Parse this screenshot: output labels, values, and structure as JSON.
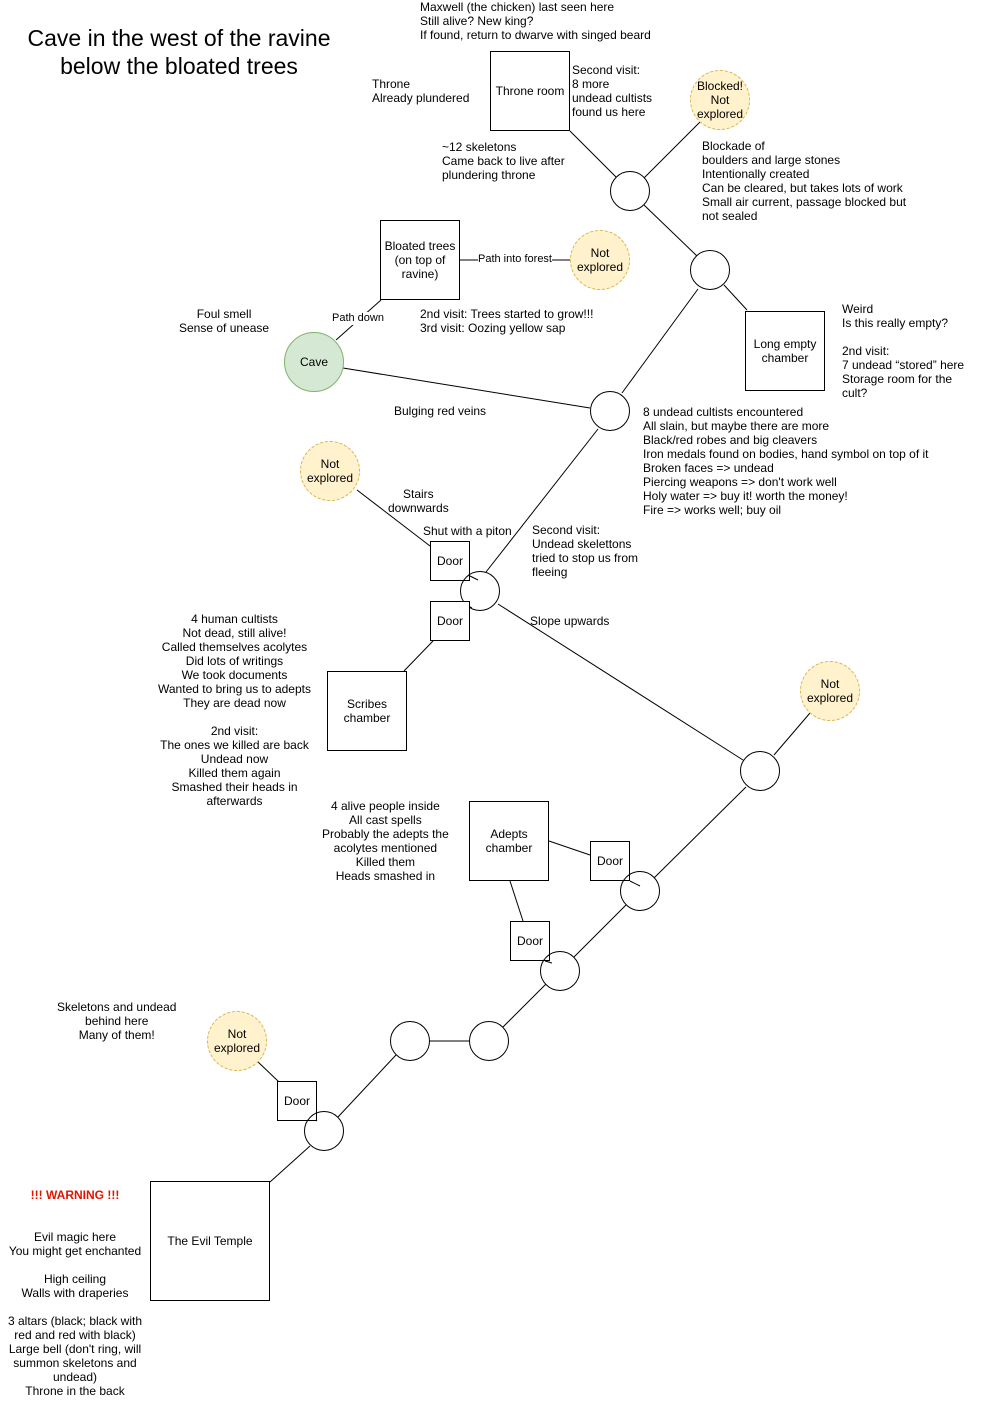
{
  "title": "Cave in the west of the ravine\nbelow the bloated trees",
  "nodes": {
    "throne_room": "Throne room",
    "blocked": "Blocked!\nNot\nexplored",
    "bloated_trees": "Bloated trees\n(on top of\nravine)",
    "forest_unexplored": "Not\nexplored",
    "cave": "Cave",
    "long_empty_chamber": "Long empty\nchamber",
    "stairs_unexplored": "Not\nexplored",
    "door_upper": "Door",
    "door_lower": "Door",
    "scribes_chamber": "Scribes\nchamber",
    "east_unexplored": "Not\nexplored",
    "adepts_chamber": "Adepts\nchamber",
    "door_adepts_right": "Door",
    "door_adepts_bottom": "Door",
    "west_unexplored": "Not\nexplored",
    "door_west": "Door",
    "evil_temple": "The Evil Temple"
  },
  "edge_labels": {
    "path_into_forest": "Path into forest",
    "path_down": "Path down",
    "bulging_red_veins": "Bulging red veins",
    "stairs_downwards": "Stairs\ndownwards",
    "shut_with_piton": "Shut with a piton",
    "slope_upwards": "Slope upwards"
  },
  "notes": {
    "maxwell": "Maxwell (the chicken) last seen here\nStill alive? New king?\nIf found, return to dwarve with singed beard",
    "throne": "Throne\nAlready plundered",
    "second_visit_throne": "Second visit:\n8 more\nundead cultists\nfound us here",
    "skeletons": "~12 skeletons\nCame back to live after\nplundering throne",
    "blockade": "Blockade of\nboulders and large stones\nIntentionally created\nCan be cleared, but takes lots of work\nSmall air current, passage blocked but\nnot sealed",
    "bloated_trees_visits": "2nd visit: Trees started to grow!!!\n3rd visit: Oozing yellow sap",
    "foul_smell": "Foul smell\nSense of unease",
    "long_chamber": "Weird\nIs this really empty?\n\n2nd visit:\n7 undead “stored” here\nStorage room for the\ncult?",
    "cultists": "8 undead cultists encountered\nAll slain, but maybe there are more\nBlack/red robes and big cleavers\nIron medals found on bodies, hand symbol on top of it\nBroken faces => undead\nPiercing weapons => don't work well\nHoly water => buy it! worth the money!\nFire => works well; buy oil",
    "second_visit_skeletons": "Second visit:\nUndead skelettons\ntried to stop us from\nfleeing",
    "human_cultists": "4 human cultists\nNot dead, still alive!\nCalled themselves acolytes\nDid lots of writings\nWe took documents\nWanted to bring us to adepts\nThey are dead now\n\n2nd visit:\nThe ones we killed are back\nUndead now\nKilled them again\nSmashed their heads in\nafterwards",
    "adepts": "4 alive people inside\nAll cast spells\nProbably the adepts the\nacolytes mentioned\nKilled them\nHeads smashed in",
    "skeletons_behind": "Skeletons and undead\nbehind here\nMany of them!",
    "warning_title": "!!! WARNING !!!",
    "temple": "Evil magic here\nYou might get enchanted\n\nHigh ceiling\nWalls with draperies\n\n3 altars (black; black with\nred and red with black)\nLarge bell (don't ring, will\nsummon skeletons and\nundead)\nThrone in the back"
  },
  "colors": {
    "unexplored_fill": "#fff2cc",
    "unexplored_stroke": "#d6b656",
    "cave_fill": "#d5e8d4",
    "cave_stroke": "#82b366",
    "warning": "#e51400"
  }
}
